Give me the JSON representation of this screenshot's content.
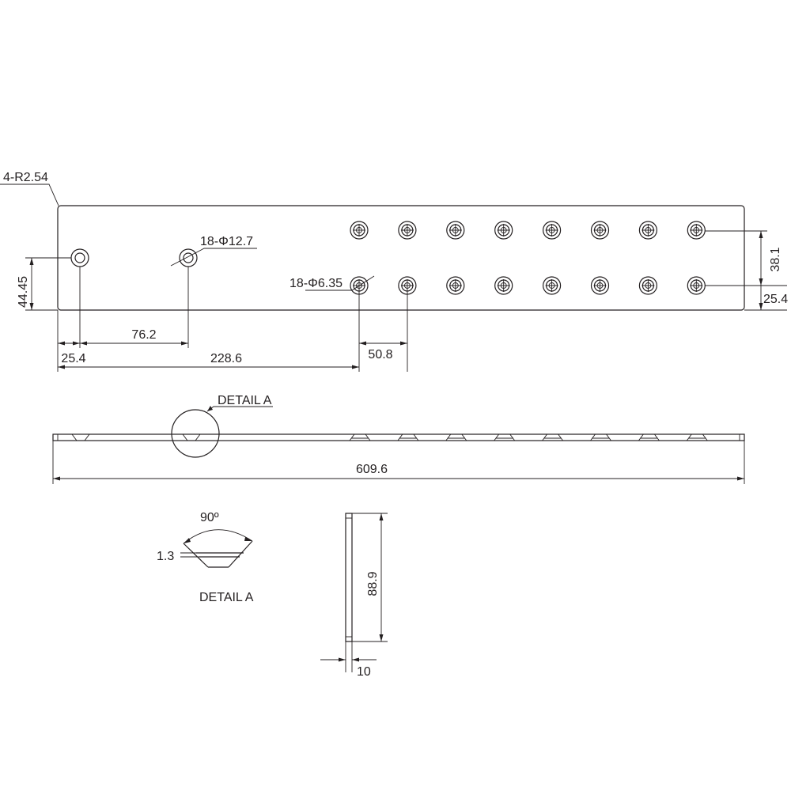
{
  "labels": {
    "corner_radius": "4-R2.54",
    "large_hole": "18-Φ12.7",
    "small_hole": "18-Φ6.35",
    "dim_44_45": "44.45",
    "dim_76_2": "76.2",
    "dim_25_4_x": "25.4",
    "dim_228_6": "228.6",
    "dim_50_8": "50.8",
    "dim_38_1": "38.1",
    "dim_25_4_y": "25.4",
    "detail_callout": "DETAIL A",
    "dim_609_6": "609.6",
    "angle": "90º",
    "dim_1_3": "1.3",
    "detail_title": "DETAIL A",
    "dim_88_9": "88.9",
    "dim_10": "10"
  },
  "holes": {
    "left_pair_count": 2,
    "grid_columns": 8,
    "grid_rows": 2
  }
}
